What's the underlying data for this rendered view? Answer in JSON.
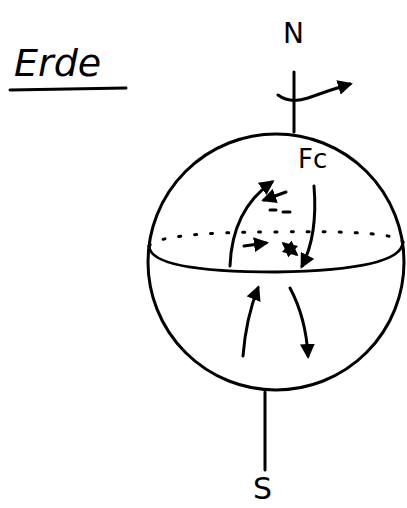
{
  "diagram": {
    "title": "Erde",
    "labels": [
      "N",
      "Fc",
      "S"
    ]
  }
}
